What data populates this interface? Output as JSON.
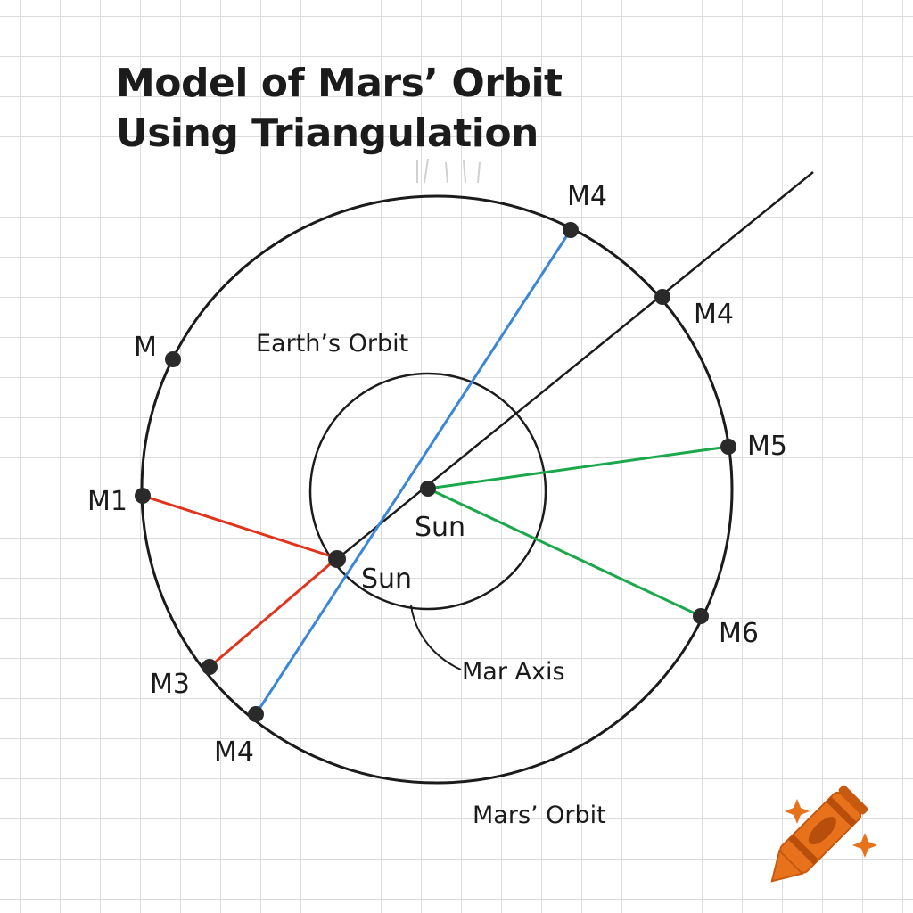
{
  "title": {
    "line1": "Model of Mars’ Orbit",
    "line2": "Using Triangulation"
  },
  "labels": {
    "earth_orbit": "Earth’s Orbit",
    "mars_orbit": "Mars’ Orbit",
    "mar_axis": "Mar Axis",
    "sun_center": "Sun",
    "sun_earth": "Sun"
  },
  "points": {
    "m_upper_left": "M",
    "m1": "M1",
    "m3": "M3",
    "m4_bottom": "M4",
    "m4_top": "M4",
    "m4_right": "M4",
    "m5": "M5",
    "m6": "M6"
  },
  "colors": {
    "outline": "#1b1b1b",
    "blue_line": "#3a86d8",
    "red_line": "#e0341c",
    "green_line": "#1aa84a",
    "crayon": "#e8721c"
  },
  "icons": {
    "crayon": "crayon-icon",
    "sparkle": "sparkle-icon"
  }
}
